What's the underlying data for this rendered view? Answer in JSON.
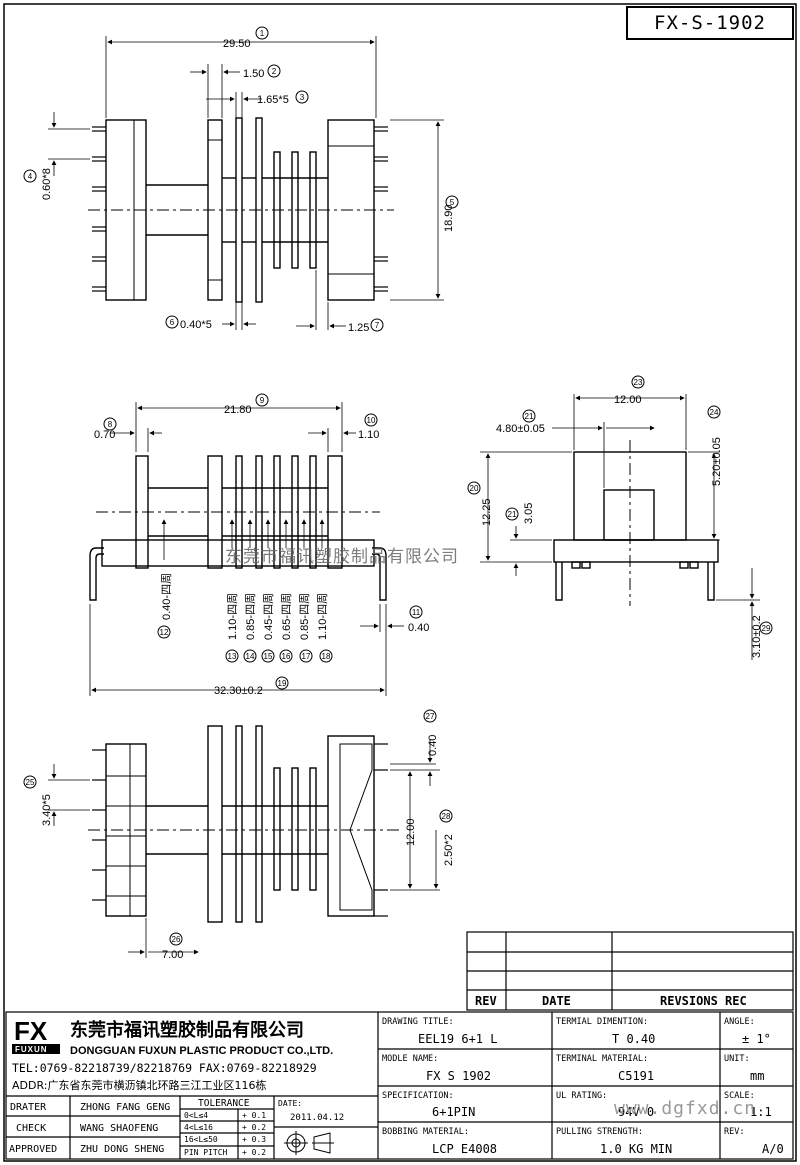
{
  "drawing_no": "FX-S-1902",
  "watermark": "东莞市福讯塑胶制品有限公司",
  "watermark_url": "www.dgfxd.cn",
  "top_view": {
    "dims": [
      {
        "id": "1",
        "label": "29.50"
      },
      {
        "id": "2",
        "label": "1.50"
      },
      {
        "id": "3",
        "label": "1.65*5"
      },
      {
        "id": "4",
        "label": "0.60*8"
      },
      {
        "id": "5",
        "label": "18.90"
      },
      {
        "id": "6",
        "label": "0.40*5"
      },
      {
        "id": "7",
        "label": "1.25"
      }
    ]
  },
  "front_view": {
    "dims": [
      {
        "id": "8",
        "label": "0.70"
      },
      {
        "id": "9",
        "label": "21.80"
      },
      {
        "id": "10",
        "label": "1.10"
      },
      {
        "id": "11",
        "label": "0.40"
      },
      {
        "id": "12",
        "label": "0.40-四周"
      },
      {
        "id": "13",
        "label": "1.10-四周"
      },
      {
        "id": "14",
        "label": "0.85-四周"
      },
      {
        "id": "15",
        "label": "0.45-四周"
      },
      {
        "id": "16",
        "label": "0.65-四周"
      },
      {
        "id": "17",
        "label": "0.85-四周"
      },
      {
        "id": "18",
        "label": "1.10-四周"
      },
      {
        "id": "19",
        "label": "32.30±0.2"
      }
    ]
  },
  "side_view": {
    "dims": [
      {
        "id": "20",
        "label": "12.25"
      },
      {
        "id": "21",
        "label": "3.05"
      },
      {
        "id": "22",
        "label": "4.80±0.05"
      },
      {
        "id": "23",
        "label": "12.00"
      },
      {
        "id": "24",
        "label": "5.20±0.05"
      },
      {
        "id": "29",
        "label": "3.10±0.2"
      }
    ]
  },
  "bottom_view": {
    "dims": [
      {
        "id": "25",
        "label": "3.40*5"
      },
      {
        "id": "26",
        "label": "7.00"
      },
      {
        "id": "27",
        "label": "0.40"
      },
      {
        "id": "28",
        "label": "2.50*2"
      },
      {
        "id": "",
        "label": "12.00"
      }
    ]
  },
  "revision_table": {
    "headers": [
      "REV",
      "DATE",
      "REVSIONS REC"
    ]
  },
  "company": {
    "logo": "FX",
    "logo_sub": "FUXUN",
    "name_cn": "东莞市福讯塑胶制品有限公司",
    "name_en": "DONGGUAN FUXUN PLASTIC PRODUCT CO.,LTD.",
    "tel": "TEL:0769-82218739/82218769 FAX:0769-82218929",
    "addr": "ADDR:广东省东莞市横沥镇北环路三江工业区116栋"
  },
  "title_block": {
    "drawing_title_label": "DRAWING TITLE:",
    "drawing_title": "EEL19 6+1 L",
    "terminal_dimention_label": "TERMIAL DIMENTION:",
    "terminal_dimention": "T 0.40",
    "angle_label": "ANGLE:",
    "angle": "± 1°",
    "modle_name_label": "MODLE NAME:",
    "modle_name": "FX S 1902",
    "terminal_material_label": "TERMINAL MATERIAL:",
    "terminal_material": "C5191",
    "unit_label": "UNIT:",
    "unit": "mm",
    "specification_label": "SPECIFICATION:",
    "specification": "6+1PIN",
    "ul_rating_label": "UL RATING:",
    "ul_rating": "94V 0",
    "scale_label": "SCALE:",
    "scale": "1:1",
    "bobbing_material_label": "BOBBING MATERIAL:",
    "bobbing_material": "LCP E4008",
    "pulling_strength_label": "PULLING STRENGTH:",
    "pulling_strength": "1.0 KG MIN",
    "rev_label": "REV:",
    "rev": "A/0",
    "drater_label": "DRATER",
    "drater": "ZHONG FANG GENG",
    "check_label": "CHECK",
    "check": "WANG SHAOFENG",
    "approved_label": "APPROVED",
    "approved": "ZHU DONG SHENG",
    "tolerance_label": "TOLERANCE",
    "tolerance_rows": [
      {
        "range": "0<L≤4",
        "tol": "+ 0.1"
      },
      {
        "range": "4<L≤16",
        "tol": "+ 0.2"
      },
      {
        "range": "16<L≤50",
        "tol": "+ 0.3"
      },
      {
        "range": "PIN PITCH",
        "tol": "+ 0.2"
      }
    ],
    "date_label": "DATE:",
    "date": "2011.04.12"
  }
}
